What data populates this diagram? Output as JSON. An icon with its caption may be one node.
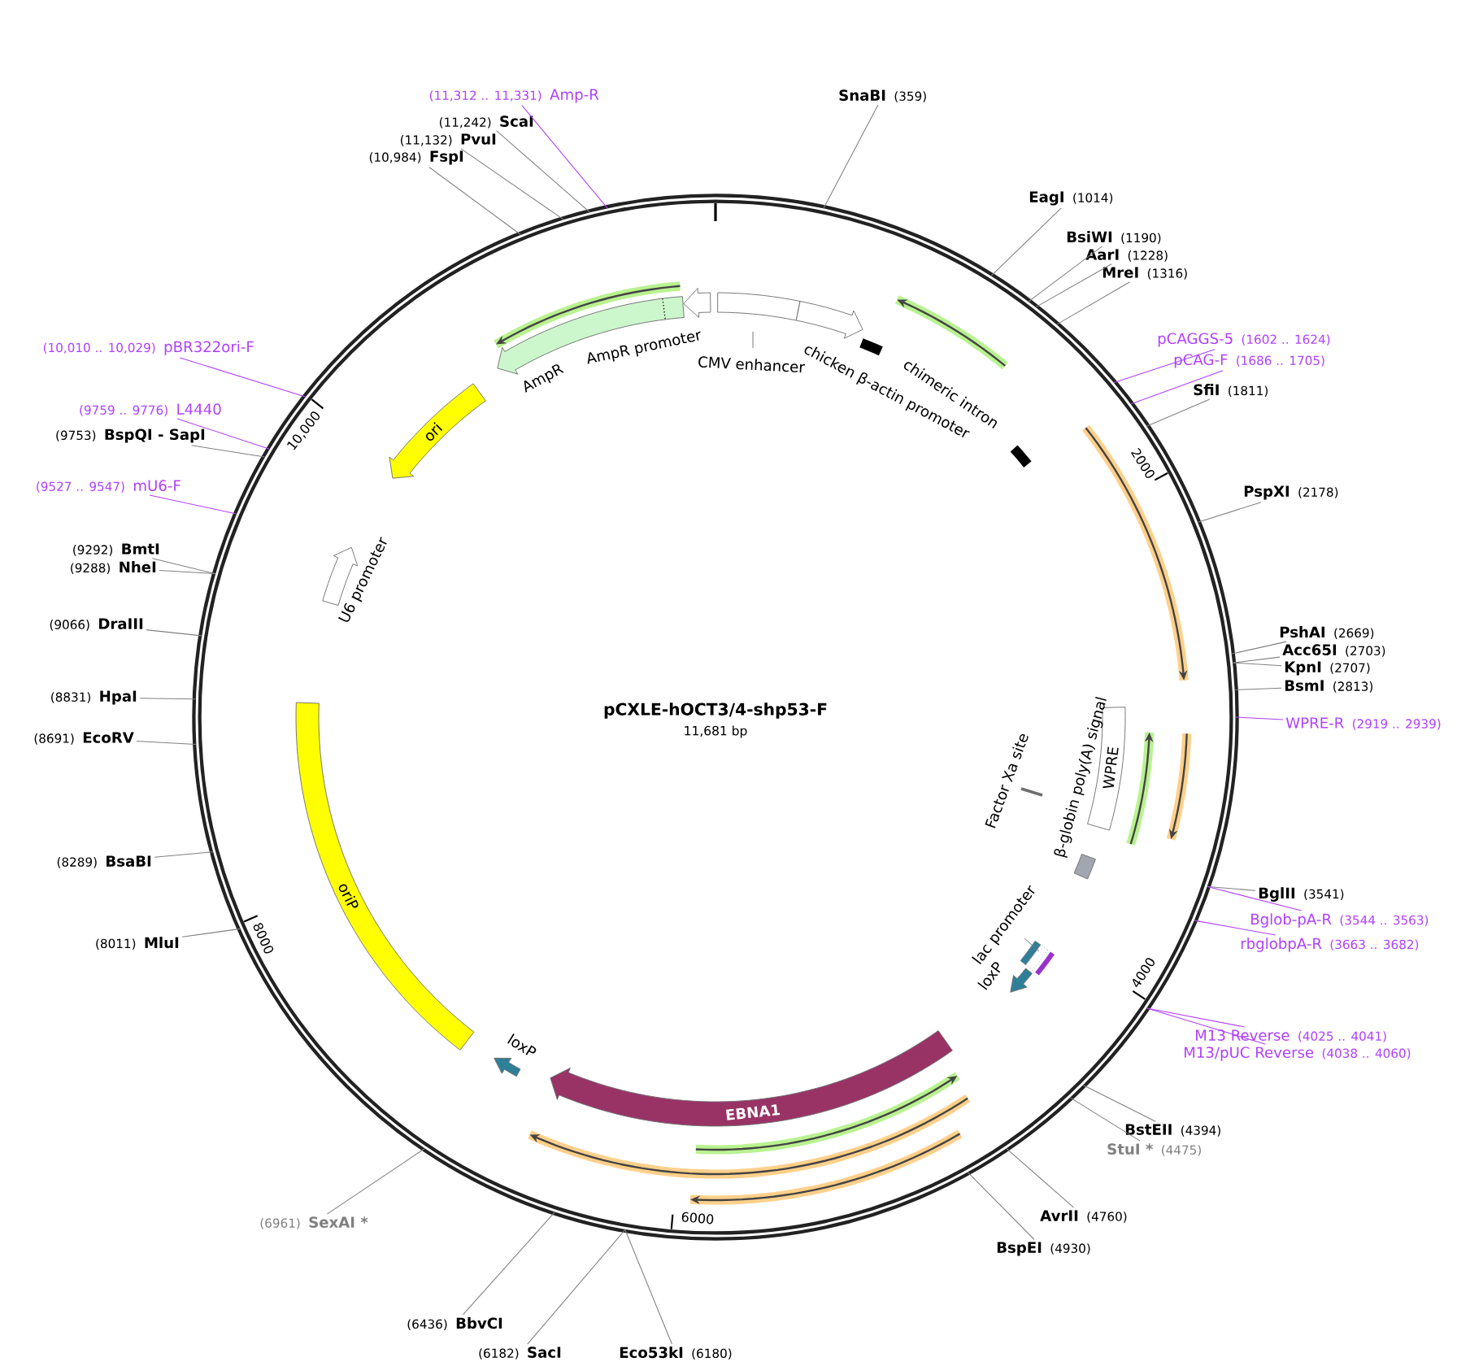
{
  "diagram": {
    "title": "pCXLE-hOCT3/4-shp53-F",
    "nodes": [
      {
        "text": [],
        "shape": "circle"
      },
      {
        "text": [
          "CMV enhancer"
        ],
        "in": 0
      },
      {
        "text": [
          "chicken β-actin promoter"
        ],
        "in": 0
      },
      {
        "text": [
          "chimeric intron"
        ],
        "in": 0
      },
      {
        "text": [
          "WPRE"
        ],
        "in": 0
      },
      {
        "text": [
          "β-globin poly(A) signal"
        ],
        "in": 0
      },
      {
        "text": [
          "Factor Xa site"
        ],
        "in": 0
      },
      {
        "text": [
          "lac promoter"
        ],
        "in": 0
      },
      {
        "text": [
          "loxP"
        ],
        "in": 0
      },
      {
        "text": [
          "EBNA1"
        ],
        "in": 0
      },
      {
        "text": [
          "loxP"
        ],
        "in": 0
      },
      {
        "text": [
          "oriP"
        ],
        "in": 0
      },
      {
        "text": [
          "U6 promoter"
        ],
        "in": 0
      },
      {
        "text": [
          "ori"
        ],
        "in": 0
      },
      {
        "text": [
          "AmpR"
        ],
        "in": 0
      },
      {
        "text": [
          "AmpR promoter"
        ],
        "in": 0
      },
      {
        "text": [
          "SnaBI",
          "(359)"
        ]
      },
      {
        "text": [
          "EagI",
          "(1014)"
        ]
      },
      {
        "text": [
          "BsiWI",
          "(1190)"
        ]
      },
      {
        "text": [
          "AarI",
          "(1228)"
        ]
      },
      {
        "text": [
          "MreI",
          "(1316)"
        ]
      },
      {
        "text": [
          "SfiI",
          "(1811)"
        ]
      },
      {
        "text": [
          "PspXI",
          "(2178)"
        ]
      },
      {
        "text": [
          "PshAI",
          "(2669)"
        ]
      },
      {
        "text": [
          "Acc65I",
          "(2703)"
        ]
      },
      {
        "text": [
          "KpnI",
          "(2707)"
        ]
      },
      {
        "text": [
          "BsmI",
          "(2813)"
        ]
      },
      {
        "text": [
          "BglII",
          "(3541)"
        ]
      },
      {
        "text": [
          "BstEII",
          "(4394)"
        ]
      },
      {
        "text": [
          "StuI *",
          "(4475)"
        ]
      },
      {
        "text": [
          "AvrII",
          "(4760)"
        ]
      },
      {
        "text": [
          "BspEI",
          "(4930)"
        ]
      },
      {
        "text": [
          "Eco53kI",
          "(6180)"
        ]
      },
      {
        "text": [
          "(6182)",
          "SacI"
        ]
      },
      {
        "text": [
          "(6436)",
          "BbvCI"
        ]
      },
      {
        "text": [
          "(6961)",
          "SexAI *"
        ]
      },
      {
        "text": [
          "(8011)",
          "MluI"
        ]
      },
      {
        "text": [
          "(8289)",
          "BsaBI"
        ]
      },
      {
        "text": [
          "(8691)",
          "EcoRV"
        ]
      },
      {
        "text": [
          "(8831)",
          "HpaI"
        ]
      },
      {
        "text": [
          "(9066)",
          "DraIII"
        ]
      },
      {
        "text": [
          "(9288)",
          "NheI"
        ]
      },
      {
        "text": [
          "(9292)",
          "BmtI"
        ]
      },
      {
        "text": [
          "(9753)",
          "BspQI - SapI"
        ]
      },
      {
        "text": [
          "(10,984)",
          "FspI"
        ]
      },
      {
        "text": [
          "(11,132)",
          "PvuI"
        ]
      },
      {
        "text": [
          "(11,242)",
          "ScaI"
        ]
      },
      {
        "text": [
          "pCAGGS-5",
          "(1602 .. 1624)"
        ]
      },
      {
        "text": [
          "pCAG-F",
          "(1686 .. 1705)"
        ]
      },
      {
        "text": [
          "WPRE-R",
          "(2919 .. 2939)"
        ]
      },
      {
        "text": [
          "Bglob-pA-R",
          "(3544 .. 3563)"
        ]
      },
      {
        "text": [
          "rbglobpA-R",
          "(3663 .. 3682)"
        ]
      },
      {
        "text": [
          "M13 Reverse",
          "(4025 .. 4041)"
        ]
      },
      {
        "text": [
          "M13/pUC Reverse",
          "(4038 .. 4060)"
        ]
      },
      {
        "text": [
          "(11,312 .. 11,331)",
          "Amp-R"
        ]
      },
      {
        "text": [
          "(10,010 .. 10,029)",
          "pBR322ori-F"
        ]
      },
      {
        "text": [
          "(9759 .. 9776)",
          "L4440"
        ]
      },
      {
        "text": [
          "(9527 .. 9547)",
          "mU6-F"
        ]
      }
    ],
    "edges": [
      {
        "from": 16,
        "to": 0,
        "arrow": "none"
      },
      {
        "from": 17,
        "to": 0,
        "arrow": "none"
      },
      {
        "from": 18,
        "to": 0,
        "arrow": "none"
      },
      {
        "from": 19,
        "to": 0,
        "arrow": "none"
      },
      {
        "from": 20,
        "to": 0,
        "arrow": "none"
      },
      {
        "from": 21,
        "to": 0,
        "arrow": "none"
      },
      {
        "from": 22,
        "to": 0,
        "arrow": "none"
      },
      {
        "from": 23,
        "to": 0,
        "arrow": "none"
      },
      {
        "from": 24,
        "to": 0,
        "arrow": "none"
      },
      {
        "from": 25,
        "to": 0,
        "arrow": "none"
      },
      {
        "from": 26,
        "to": 0,
        "arrow": "none"
      },
      {
        "from": 27,
        "to": 0,
        "arrow": "none"
      },
      {
        "from": 28,
        "to": 0,
        "arrow": "none"
      },
      {
        "from": 29,
        "to": 0,
        "arrow": "none"
      },
      {
        "from": 30,
        "to": 0,
        "arrow": "none"
      },
      {
        "from": 31,
        "to": 0,
        "arrow": "none"
      },
      {
        "from": 32,
        "to": 0,
        "arrow": "none"
      },
      {
        "from": 33,
        "to": 0,
        "arrow": "none"
      },
      {
        "from": 34,
        "to": 0,
        "arrow": "none"
      },
      {
        "from": 35,
        "to": 0,
        "arrow": "none"
      },
      {
        "from": 36,
        "to": 0,
        "arrow": "none"
      },
      {
        "from": 37,
        "to": 0,
        "arrow": "none"
      },
      {
        "from": 38,
        "to": 0,
        "arrow": "none"
      },
      {
        "from": 39,
        "to": 0,
        "arrow": "none"
      },
      {
        "from": 40,
        "to": 0,
        "arrow": "none"
      },
      {
        "from": 41,
        "to": 0,
        "arrow": "none"
      },
      {
        "from": 42,
        "to": 0,
        "arrow": "none"
      },
      {
        "from": 43,
        "to": 0,
        "arrow": "none"
      },
      {
        "from": 44,
        "to": 0,
        "arrow": "none"
      },
      {
        "from": 45,
        "to": 0,
        "arrow": "none"
      },
      {
        "from": 46,
        "to": 0,
        "arrow": "none"
      },
      {
        "from": 47,
        "to": 0,
        "arrow": "none",
        "color": "#b040ff"
      },
      {
        "from": 48,
        "to": 0,
        "arrow": "none",
        "color": "#b040ff"
      },
      {
        "from": 49,
        "to": 0,
        "arrow": "none",
        "color": "#b040ff"
      },
      {
        "from": 50,
        "to": 0,
        "arrow": "none",
        "color": "#b040ff"
      },
      {
        "from": 51,
        "to": 0,
        "arrow": "none",
        "color": "#b040ff"
      },
      {
        "from": 52,
        "to": 0,
        "arrow": "none",
        "color": "#b040ff"
      },
      {
        "from": 53,
        "to": 0,
        "arrow": "none",
        "color": "#b040ff"
      },
      {
        "from": 54,
        "to": 0,
        "arrow": "none",
        "color": "#b040ff"
      },
      {
        "from": 55,
        "to": 0,
        "arrow": "none",
        "color": "#b040ff"
      },
      {
        "from": 56,
        "to": 0,
        "arrow": "none",
        "color": "#b040ff"
      },
      {
        "from": 57,
        "to": 0,
        "arrow": "none",
        "color": "#b040ff"
      }
    ],
    "labels": [
      "11,681 bp",
      "2000",
      "4000",
      "6000",
      "8000",
      "10,000"
    ]
  }
}
